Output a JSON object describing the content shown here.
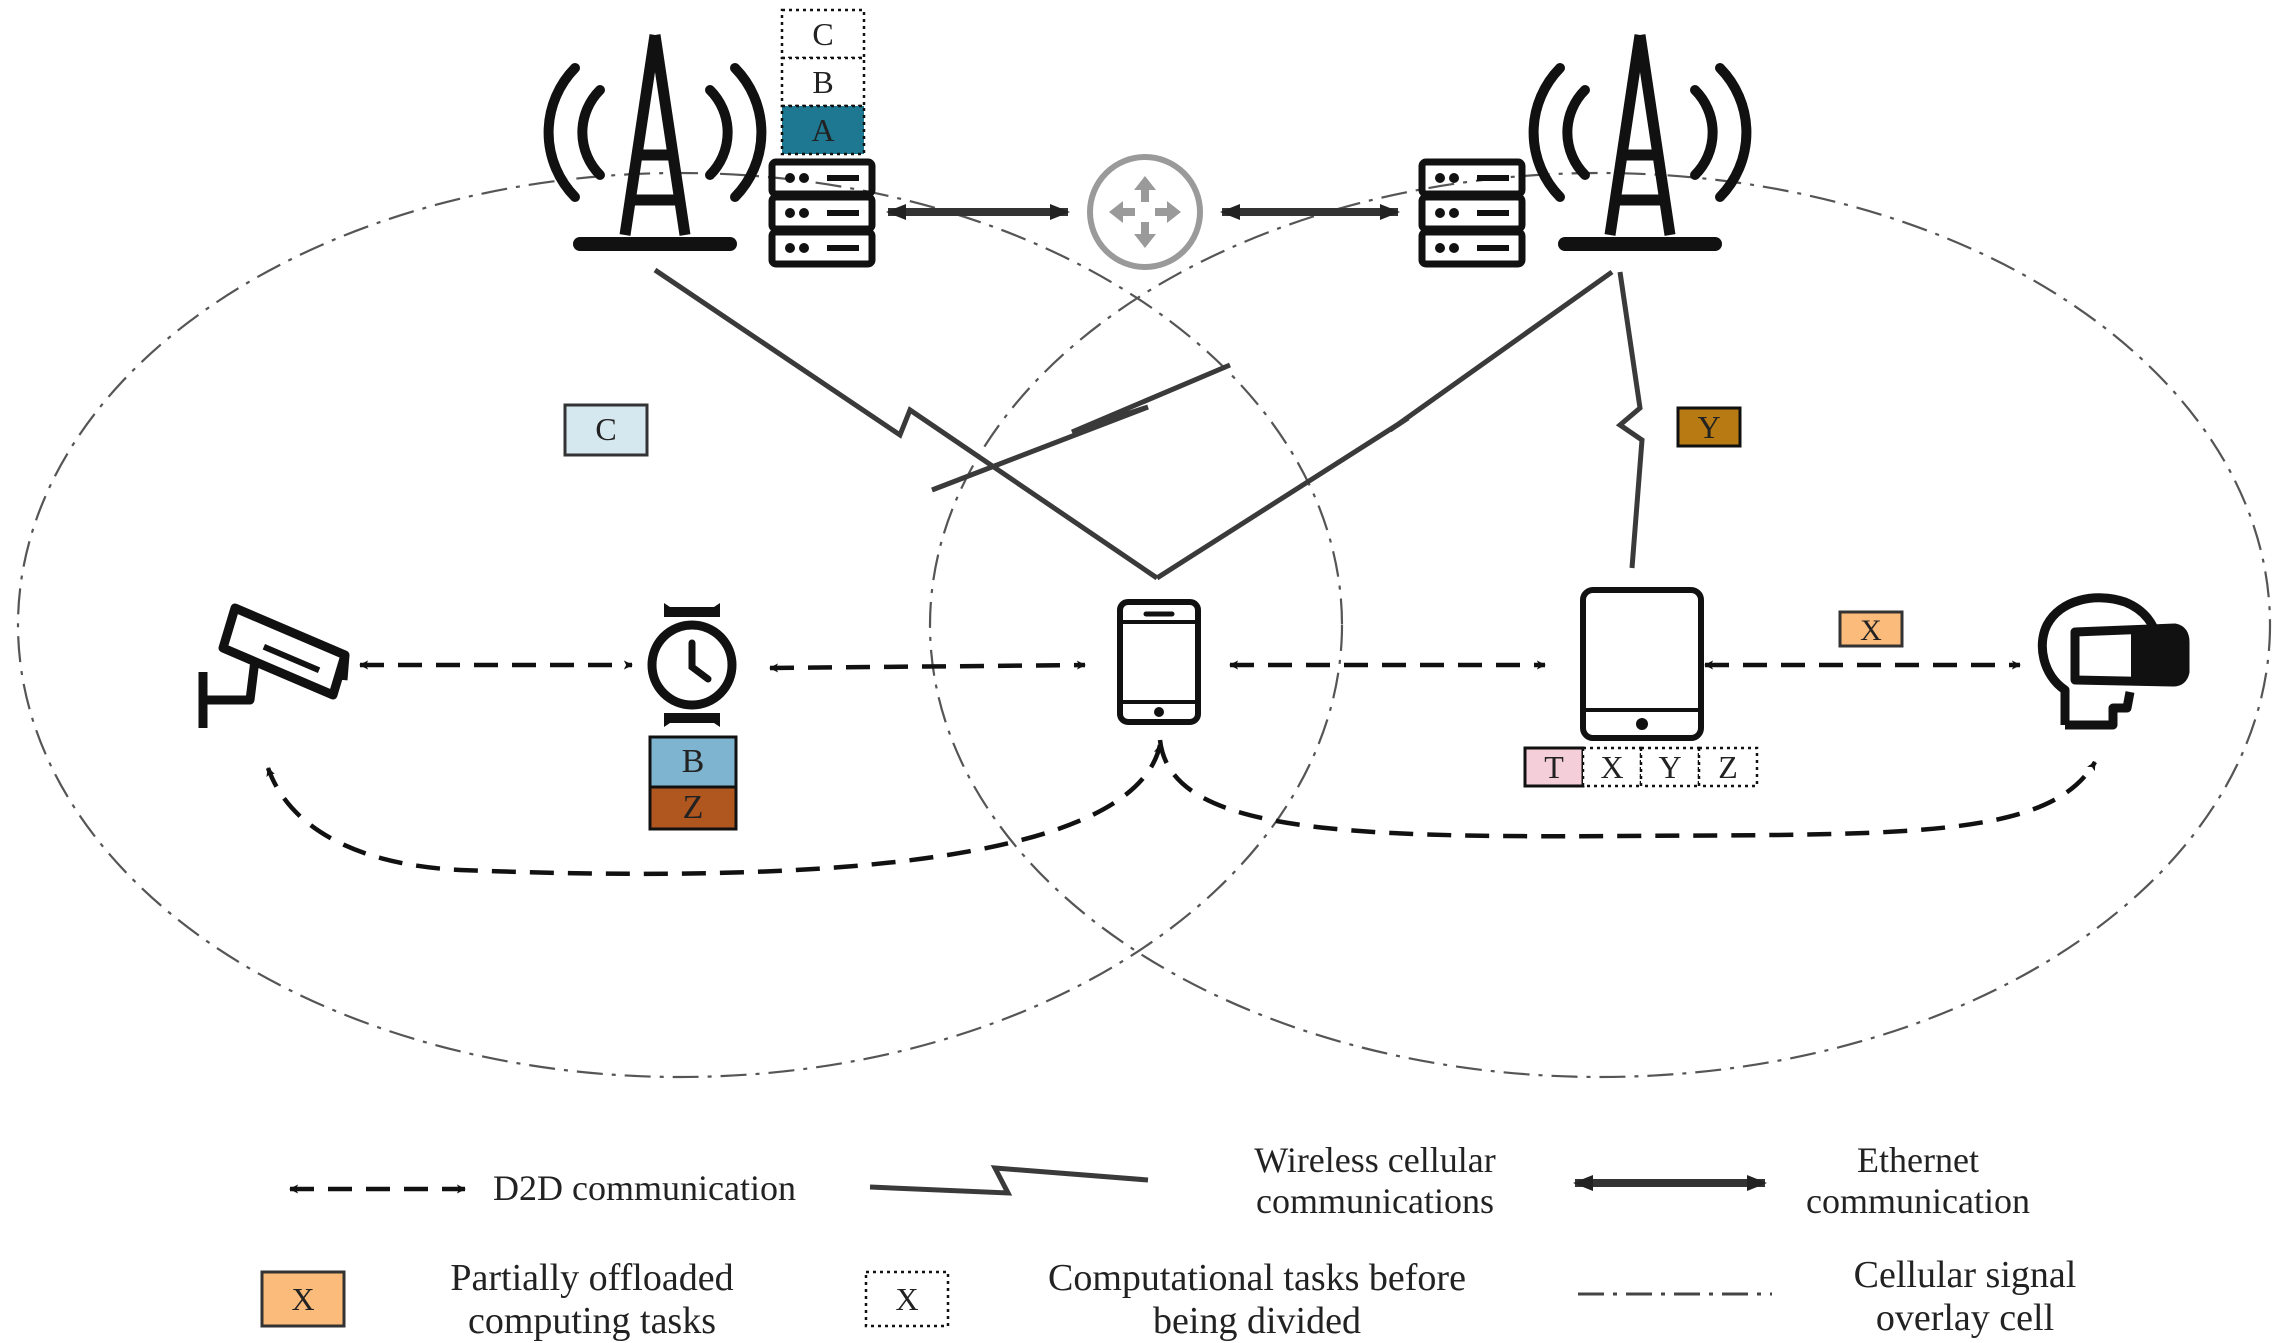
{
  "tasks": {
    "server_stack": [
      "C",
      "B",
      "A"
    ],
    "floating_c": "C",
    "floating_y": "Y",
    "floating_x": "X",
    "watch_stack": [
      "B",
      "Z"
    ],
    "tablet_row": [
      "T",
      "X",
      "Y",
      "Z"
    ]
  },
  "legend": {
    "d2d": "D2D communication",
    "wireless_line1": "Wireless cellular",
    "wireless_line2": "communications",
    "ethernet_line1": "Ethernet",
    "ethernet_line2": "communication",
    "partial_box": "X",
    "partial_line1": "Partially offloaded",
    "partial_line2": "computing tasks",
    "undivided_box": "X",
    "undivided_line1": "Computational tasks before",
    "undivided_line2": "being divided",
    "cell_line1": "Cellular signal",
    "cell_line2": "overlay cell"
  },
  "colors": {
    "task_a": "#1e7891",
    "task_b": "#7fb4d0",
    "task_c": "#d5e7ef",
    "task_y": "#b87a12",
    "task_z": "#b0561f",
    "task_x": "#fbbb7a",
    "task_t": "#f4cfd9",
    "icon": "#111111",
    "router": "#9a9a9a"
  },
  "icons": {
    "left_tower": "cell-tower-icon",
    "right_tower": "cell-tower-icon",
    "left_server": "server-icon",
    "right_server": "server-icon",
    "router": "router-icon",
    "camera": "security-camera-icon",
    "watch": "smartwatch-icon",
    "phone": "smartphone-icon",
    "tablet": "tablet-icon",
    "vr": "vr-headset-icon"
  }
}
